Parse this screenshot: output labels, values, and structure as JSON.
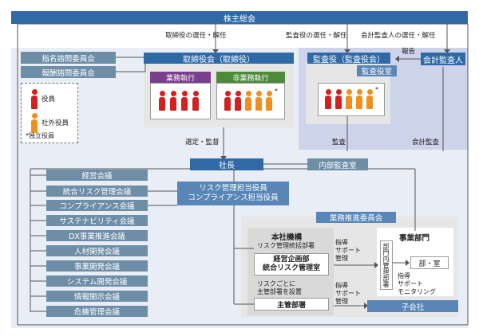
{
  "top": {
    "shareholders": "株主総会"
  },
  "arrows": {
    "elect_directors": "取締役の選任・解任",
    "elect_auditors": "監査役の選任・解任",
    "elect_accounting": "会計監査人の選任・解任",
    "report": "報告",
    "audit": "監査",
    "accounting_audit": "会計監査",
    "select_supervise": "選定・監督"
  },
  "board": {
    "title": "取締役会（取締役）",
    "executive": "業務執行",
    "non_executive": "非業務執行",
    "asterisk": "*"
  },
  "committees_left": [
    "指名諮問委員会",
    "報酬諮問委員会"
  ],
  "legend": {
    "officer": "役員",
    "outside_officer": "社外役員",
    "note": "*独立役員"
  },
  "auditors": {
    "title": "監査役（監査役会）",
    "office": "監査役室",
    "asterisk": "*",
    "accounting_auditor": "会計監査人"
  },
  "president": {
    "title": "社長",
    "internal_audit": "内部監査室",
    "risk_officer": "リスク管理担当役員\nコンプライアンス担当役員"
  },
  "councils": [
    "経営会議",
    "統合リスク管理会議",
    "コンプライアンス会議",
    "サステナビリティ会議",
    "DX事業推進会議",
    "人材開発会議",
    "事業開発会議",
    "システム開発会議",
    "情報開示会議",
    "危機管理会議"
  ],
  "promotion": {
    "committee": "業務推進委員会",
    "hq": "本社機構",
    "risk_dept": "リスク管理統括部署",
    "corporate_planning": "経営企画部\n統合リスク管理室",
    "instruct_support_1": "指導\nサポート\n管理",
    "per_risk": "リスクごとに\n主管部署を設置",
    "instruct_support_2": "指導\nサポート\n管理",
    "main_dept": "主管部署",
    "business_units": "事業部門",
    "internal_mgmt": "部門内管理部署",
    "dept_room": "部・室",
    "instruct_support_3": "指導\nサポート\nモニタリング",
    "subsidiary": "子会社"
  }
}
